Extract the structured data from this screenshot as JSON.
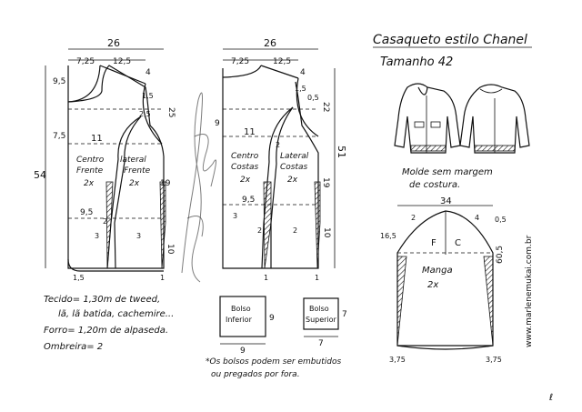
{
  "title": {
    "line1": "Casaqueto estilo Chanel",
    "line2": "Tamanho 42"
  },
  "front": {
    "width_label": "26",
    "neck_label": "7,25",
    "shoulder_label": "12,5",
    "top_small": "4",
    "neck_depth": "9,5",
    "armhole_depth": "25",
    "small_15": "1,5",
    "half_25": "2,5",
    "side_75": "7,5",
    "mid_11": "11",
    "total_54": "54",
    "piece_a_l1": "Centro",
    "piece_a_l2": "Frente",
    "piece_a_l3": "2x",
    "piece_b_l1": "lateral",
    "piece_b_l2": "Frente",
    "piece_b_l3": "2x",
    "lower_19": "19",
    "waist_95": "9,5",
    "dart_2": "2",
    "dart_3": "3",
    "side_10": "10",
    "dart_3b": "3",
    "bottom_15": "1,5",
    "bottom_1": "1"
  },
  "back": {
    "width_label": "26",
    "neck_label": "7,25",
    "shoulder_label": "12,5",
    "top_small": "4",
    "small_15": "1,5",
    "small_05": "0,5",
    "armhole_22": "22",
    "depth_9": "9",
    "total_51": "51",
    "mid_11": "11",
    "small_2": "2",
    "piece_a_l1": "Centro",
    "piece_a_l2": "Costas",
    "piece_a_l3": "2x",
    "piece_b_l1": "Lateral",
    "piece_b_l2": "Costas",
    "piece_b_l3": "2x",
    "lower_19": "19",
    "waist_95": "9,5",
    "dart_3": "3",
    "dart_2": "2",
    "dart_2b": "2",
    "side_10": "10",
    "bottom_1": "1",
    "bottom_1b": "1"
  },
  "notes": {
    "mold_l1": "Molde sem margem",
    "mold_l2": "de costura."
  },
  "sleeve": {
    "width_label": "34",
    "small_4": "4",
    "small_2": "2",
    "cap_165": "16,5",
    "cap_05": "0,5",
    "letter_f": "F",
    "letter_c": "C",
    "label_l1": "Manga",
    "label_l2": "2x",
    "length_605": "60,5",
    "bottom_l": "3,75",
    "bottom_r": "3,75"
  },
  "materials": {
    "fabric_l1": "Tecido= 1,30m de tweed,",
    "fabric_l2": "lã, lã batida, cachemire...",
    "lining": "Forro= 1,20m de alpaseda.",
    "shoulder_pad": "Ombreira= 2"
  },
  "pockets": {
    "inner_l1": "Bolso",
    "inner_l2": "Inferior",
    "inner_h": "9",
    "inner_w": "9",
    "upper_l1": "Bolso",
    "upper_l2": "Superior",
    "upper_h": "7",
    "upper_w": "7",
    "note_l1": "*Os bolsos podem ser embutidos",
    "note_l2": "ou pregados por fora."
  },
  "website": "www.marlenemukai.com.br",
  "page_mark": "ℓ"
}
